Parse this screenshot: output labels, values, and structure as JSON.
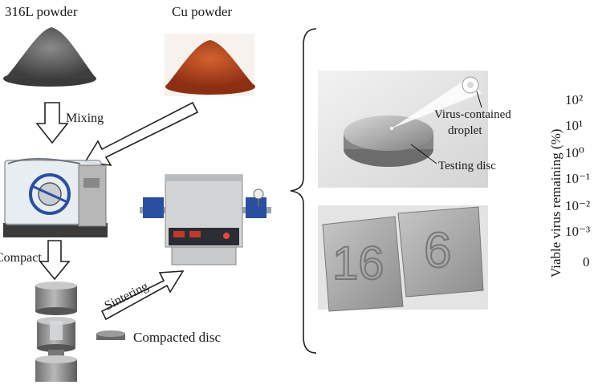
{
  "materials": {
    "powder_a": "316L powder",
    "powder_b": "Cu powder"
  },
  "steps": {
    "mixing": "Mixing",
    "compact": "Compact",
    "sintering": "Sintering",
    "product": "Compacted disc"
  },
  "photo_top": {
    "droplet_label_line1": "Virus-contained",
    "droplet_label_line2": "droplet",
    "disc_label": "Testing disc"
  },
  "photo_bottom": {
    "stamp_left": "16",
    "stamp_right": "6"
  },
  "side_axis": {
    "title": "Viable virus remaining (%)",
    "ticks": [
      "10²",
      "10¹",
      "10⁰",
      "10⁻¹",
      "10⁻²",
      "10⁻³",
      "0"
    ]
  },
  "colors": {
    "powder_steel": "#5a5a5a",
    "powder_copper": "#b5451f",
    "furnace_blue": "#2b4fa0",
    "metal": "#9a9a9a"
  }
}
